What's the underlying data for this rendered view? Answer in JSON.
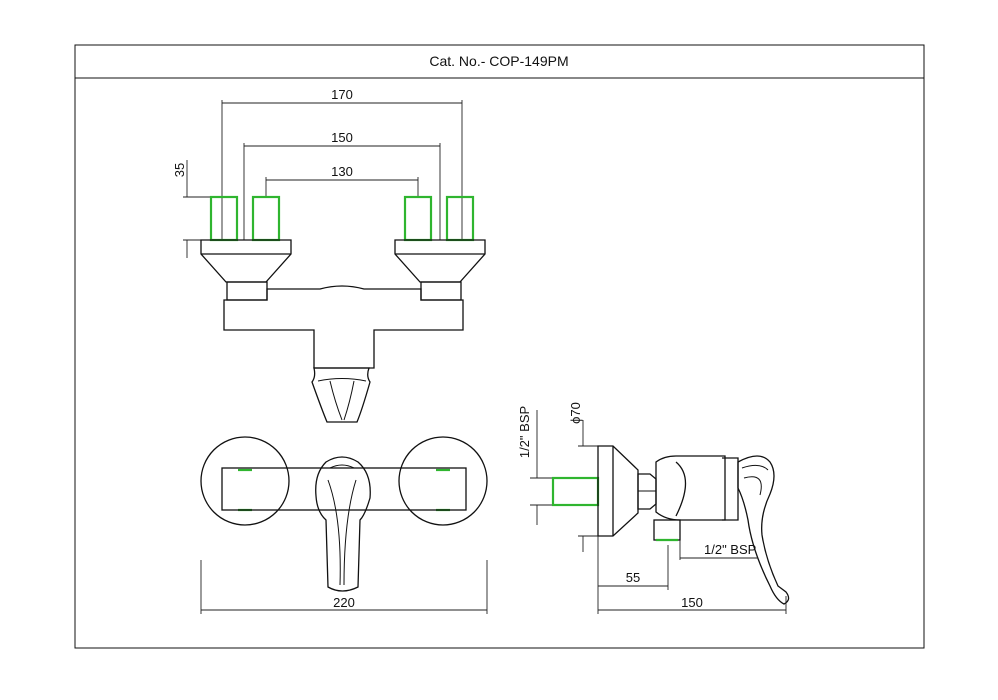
{
  "title": "Cat. No.- COP-149PM",
  "dimensions": {
    "d170": "170",
    "d150_top": "150",
    "d130": "130",
    "d35": "35",
    "d220": "220",
    "thread_vertical": "1/2\" BSP",
    "dia70": "ϕ70",
    "d55": "55",
    "thread_bottom": "1/2\" BSP",
    "d150_side": "150"
  },
  "colors": {
    "line": "#111111",
    "inlet_highlight": "#2fb52f"
  }
}
